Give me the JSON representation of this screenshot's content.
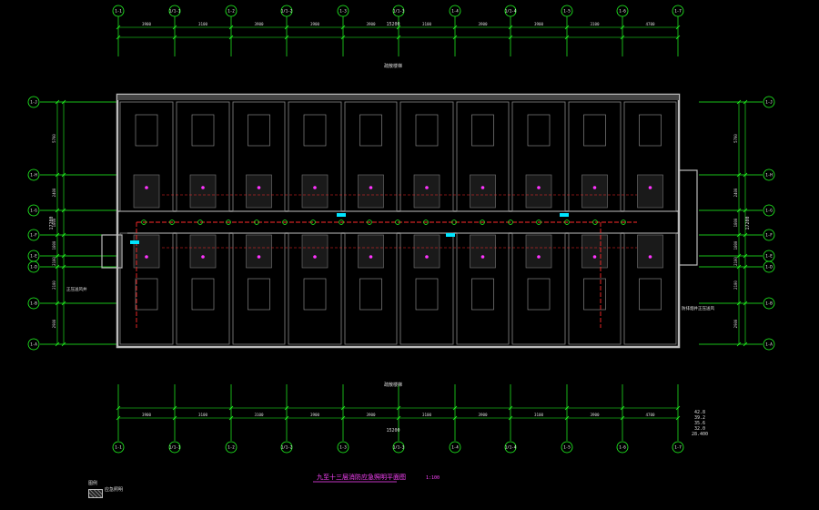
{
  "drawing": {
    "title": "九至十三层消防应急照明平面图",
    "scale": "1:100",
    "top_label": "疏散楼梯",
    "bottom_label": "疏散楼梯",
    "left_note": "正压送风井",
    "right_note": "防排烟井正压送风",
    "total_width": "15200",
    "total_height": "17200",
    "legend_head": "图例",
    "legend_item": "应急照明",
    "level_labels": [
      "42.8",
      "39.2",
      "35.6",
      "32.0",
      "28.400"
    ]
  },
  "axes": {
    "columns": [
      "1-1",
      "1/1-1",
      "1-2",
      "1/1-2",
      "1-3",
      "1/1-3",
      "1-4",
      "1/1-4",
      "1-5",
      "1-6",
      "1-7"
    ],
    "rows": [
      "1-J",
      "1-H",
      "1-G",
      "1-F",
      "1-E",
      "1-D",
      "1-B",
      "1-A"
    ],
    "top_dims": [
      "3900",
      "3100",
      "3900",
      "3900",
      "3900",
      "3100",
      "3900",
      "3900",
      "3100",
      "4700"
    ],
    "bottom_dims": [
      "3900",
      "3100",
      "3100",
      "3900",
      "3900",
      "3100",
      "3900",
      "3100",
      "3900",
      "4700"
    ],
    "left_dims": [
      "5700",
      "2400",
      "1800",
      "1800",
      "2100",
      "2100",
      "2900"
    ],
    "right_dims": [
      "5700",
      "2400",
      "1800",
      "1800",
      "2100",
      "2100",
      "2900"
    ]
  },
  "colors": {
    "grid": "#22ff22",
    "wall": "#bbbbbb",
    "circuit": "#ff2a2a",
    "fixture": "#ff33ff",
    "exit_sign": "#00e5ff",
    "title": "#ff44ff"
  }
}
